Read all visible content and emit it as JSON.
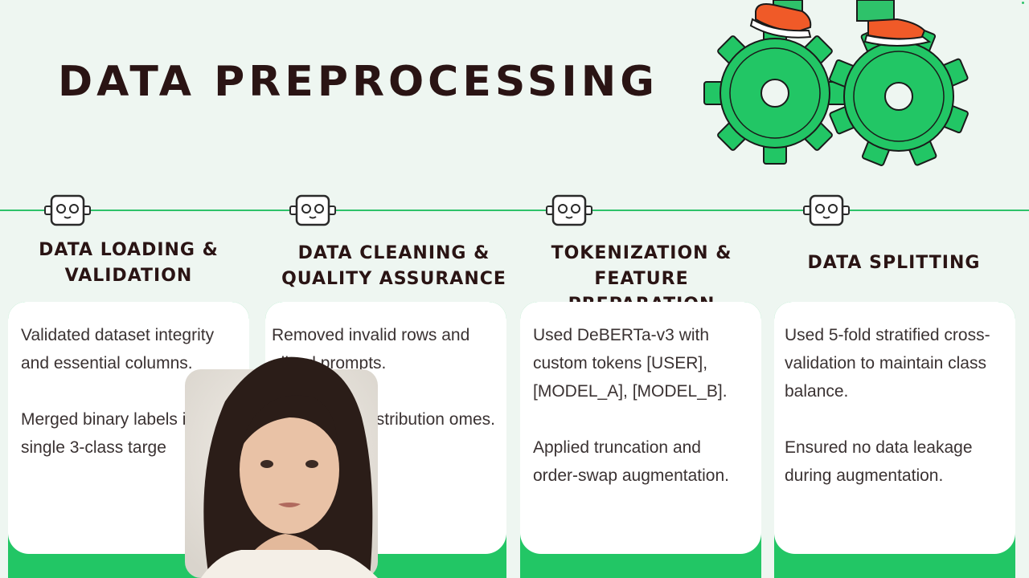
{
  "slide": {
    "title": "DATA PREPROCESSING",
    "steps": [
      {
        "heading_line1": "DATA LOADING &",
        "heading_line2": "VALIDATION",
        "paragraph1": "Validated dataset integrity and essential columns.",
        "paragraph2": "Merged binary labels i a single 3-class targe"
      },
      {
        "heading_line1": "DATA CLEANING &",
        "heading_line2": "QUALITY ASSURANCE",
        "paragraph1": "Removed invalid rows and alized prompts.",
        "paragraph2": "lass distribution omes."
      },
      {
        "heading_line1": "TOKENIZATION &",
        "heading_line2": "FEATURE PREPARATION",
        "paragraph1": "Used DeBERTa-v3 with custom tokens [USER], [MODEL_A], [MODEL_B].",
        "paragraph2": "Applied truncation and order-swap augmentation."
      },
      {
        "heading_line1": "DATA SPLITTING",
        "heading_line2": "",
        "paragraph1": "Used 5-fold stratified cross-validation to maintain class balance.",
        "paragraph2": "Ensured no data leakage during augmentation."
      }
    ]
  },
  "icons": {
    "step_marker": "robot-face-icon",
    "decoration": "gears-with-sneakers-illustration",
    "overlay": "presenter-webcam"
  },
  "colors": {
    "background": "#eef6f1",
    "accent_green": "#22c665",
    "title_text": "#2a1414",
    "body_text": "#3a3232"
  }
}
